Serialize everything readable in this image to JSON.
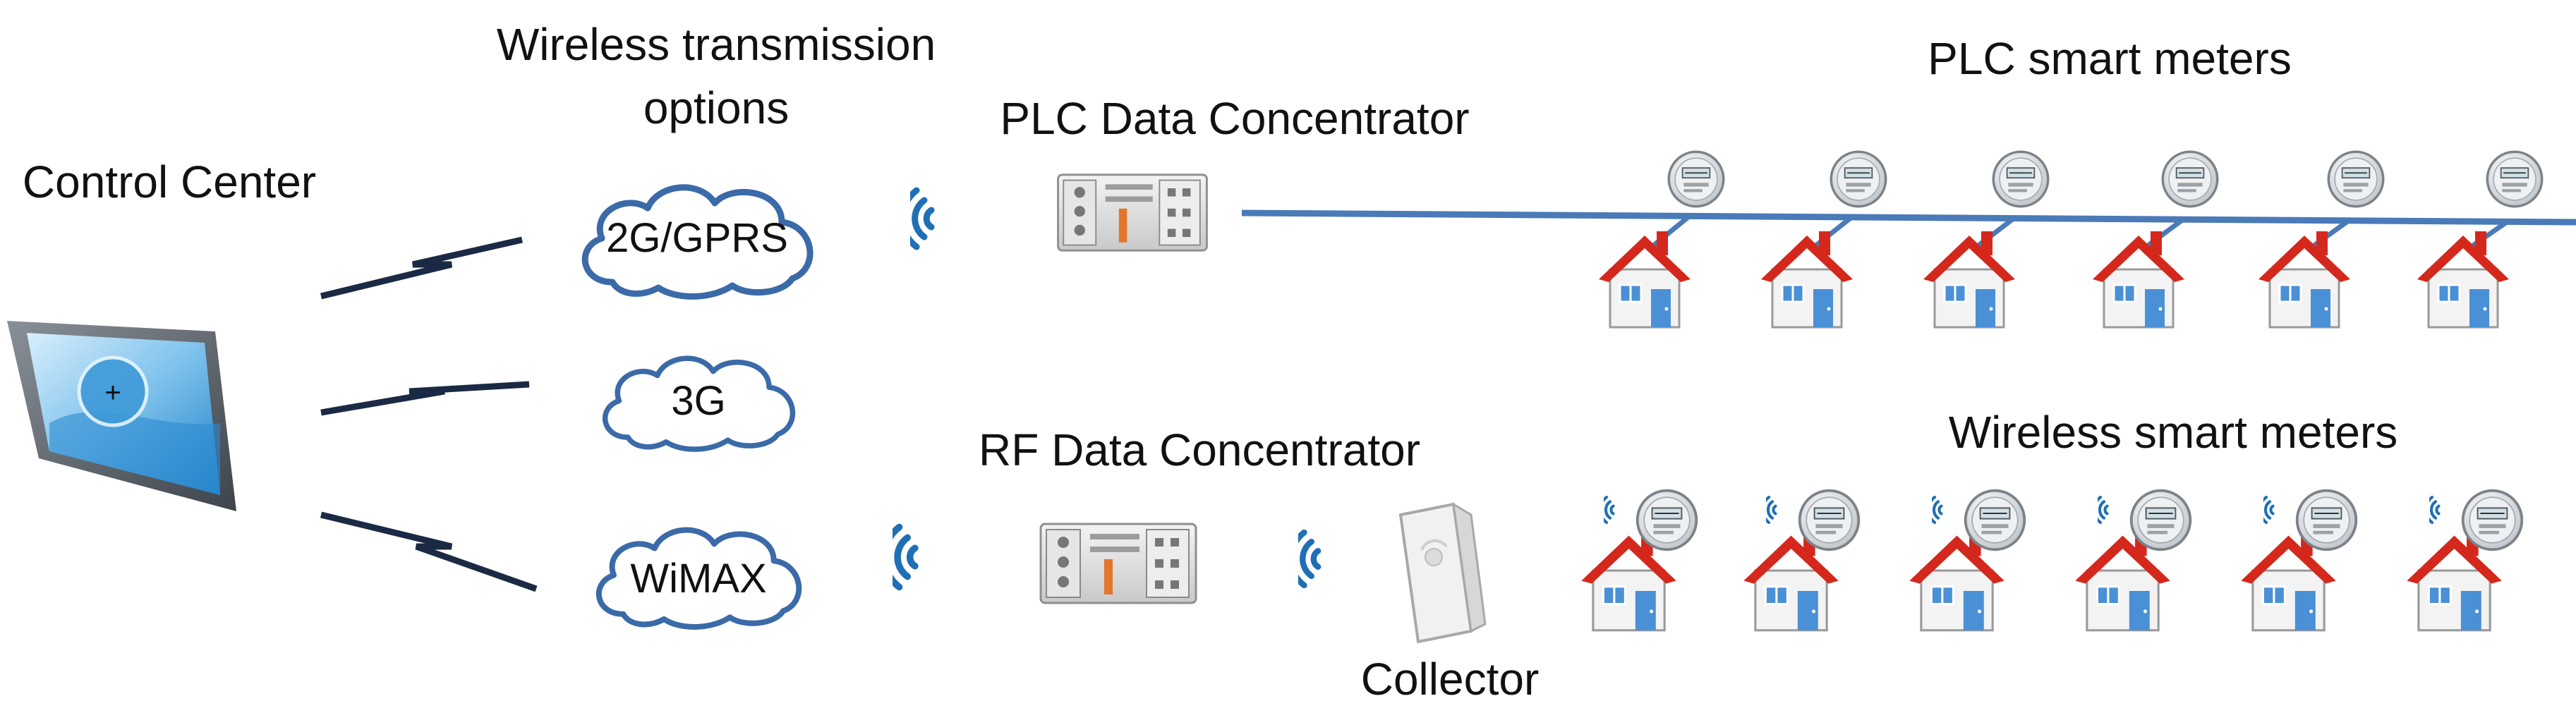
{
  "labels": {
    "control_center": "Control Center",
    "wireless_options_line1": "Wireless transmission",
    "wireless_options_line2": "options",
    "plc_concentrator": "PLC Data Concentrator",
    "rf_concentrator": "RF Data Concentrator",
    "collector": "Collector",
    "plc_meters": "PLC smart meters",
    "wireless_meters": "Wireless smart meters"
  },
  "clouds": [
    "2G/GPRS",
    "3G",
    "WiMAX"
  ],
  "plc_meter_count": 6,
  "wireless_meter_count": 6,
  "colors": {
    "line": "#4a7ab8",
    "wifi": "#1f6fb5",
    "cloud_stroke": "#3b6aa8",
    "roof": "#d4281c",
    "house_wall": "#f3f3f3",
    "lightning": "#1a2a44"
  },
  "icons": {
    "control_center": "monitor-icon",
    "cloud": "cloud-icon",
    "concentrator": "data-concentrator-icon",
    "collector": "collector-device-icon",
    "meter": "smart-meter-icon",
    "house": "house-icon",
    "signal": "wifi-signal-icon",
    "link": "lightning-link-icon"
  }
}
